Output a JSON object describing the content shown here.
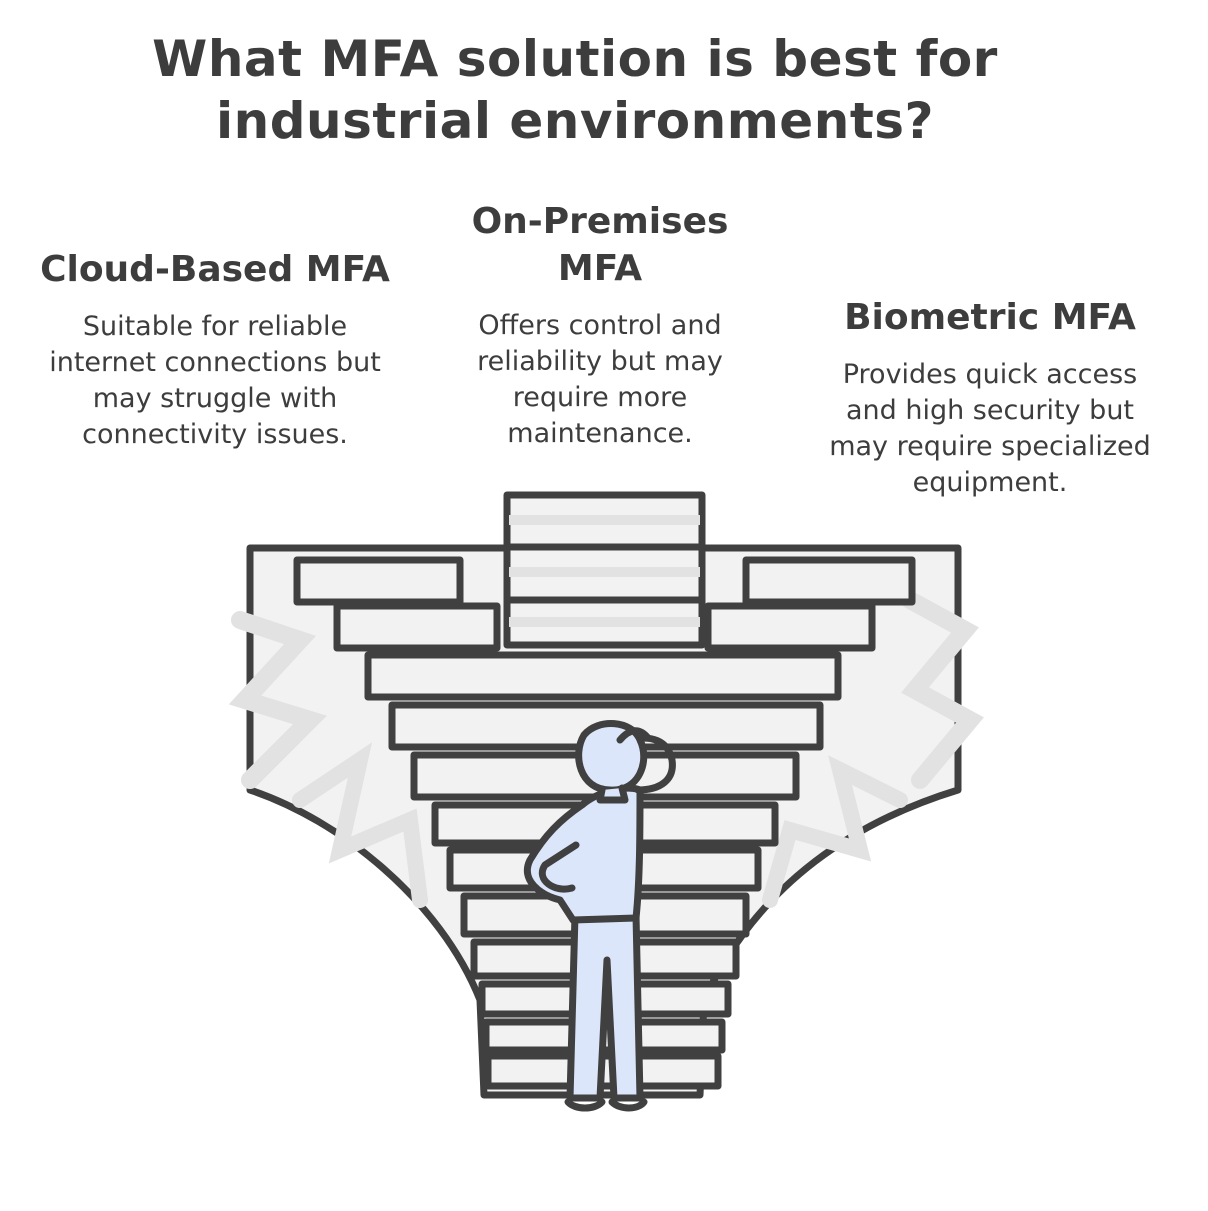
{
  "title": "What MFA solution is best for industrial environments?",
  "options": [
    {
      "title": "Cloud-Based MFA",
      "description": "Suitable for reliable internet connections but may struggle with connectivity issues."
    },
    {
      "title": "On-Premises MFA",
      "description": "Offers control and reliability but may require more maintenance."
    },
    {
      "title": "Biometric MFA",
      "description": "Provides quick access and high security but may require specialized equipment."
    }
  ],
  "colors": {
    "text": "#3d3d3d",
    "outline": "#404040",
    "step_fill": "#f0f0f0",
    "shade": "#e2e2e2",
    "person": "#dbe6fa"
  }
}
